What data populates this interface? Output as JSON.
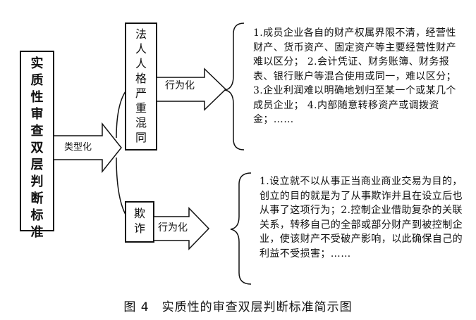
{
  "nodes": {
    "root": "实质性审查双层判断标准",
    "branch_top": "法人人格严重混同",
    "branch_bottom": "欺诈"
  },
  "edges": {
    "to_branches": "类型化",
    "top_to_blurb": "行为化",
    "bottom_to_blurb": "行为化"
  },
  "blurbs": {
    "top": "1.成员企业各自的财产权属界限不清，经营性财产、货币资产、固定资产等主要经营性财产难以区分； 2.会计凭证、财务账簿、财务报表、银行账户等混合使用或同一，难以区分； 3.企业利润难以明确地划归至某一个或某几个成员企业； 4.内部随意转移资产或调拨资金；……",
    "bottom": "1.设立就不以从事正当商业商业交易为目的，创立的目的就是为了从事欺诈并且在设立后也从事了这项行为；2.控制企业借助复杂的关联关系，转移自己的全部或部分财产到被控制企业，使该财产不受破产影响，以此确保自己的利益不受损害；……"
  },
  "caption": "图 4　实质性的审查双层判断标准简示图"
}
